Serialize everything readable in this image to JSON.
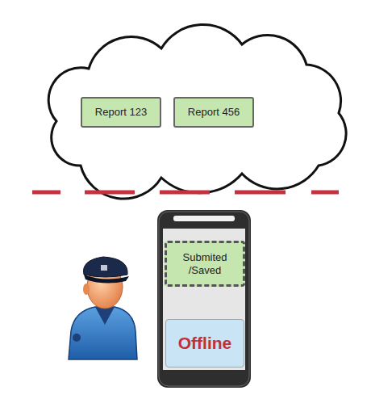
{
  "diagram": {
    "nodes": [
      {
        "text": [
          "Report 123"
        ]
      },
      {
        "text": [
          "Report 456"
        ]
      },
      {
        "text": [
          "Submited /Saved"
        ]
      },
      {
        "text": [
          "Offline"
        ]
      }
    ]
  }
}
